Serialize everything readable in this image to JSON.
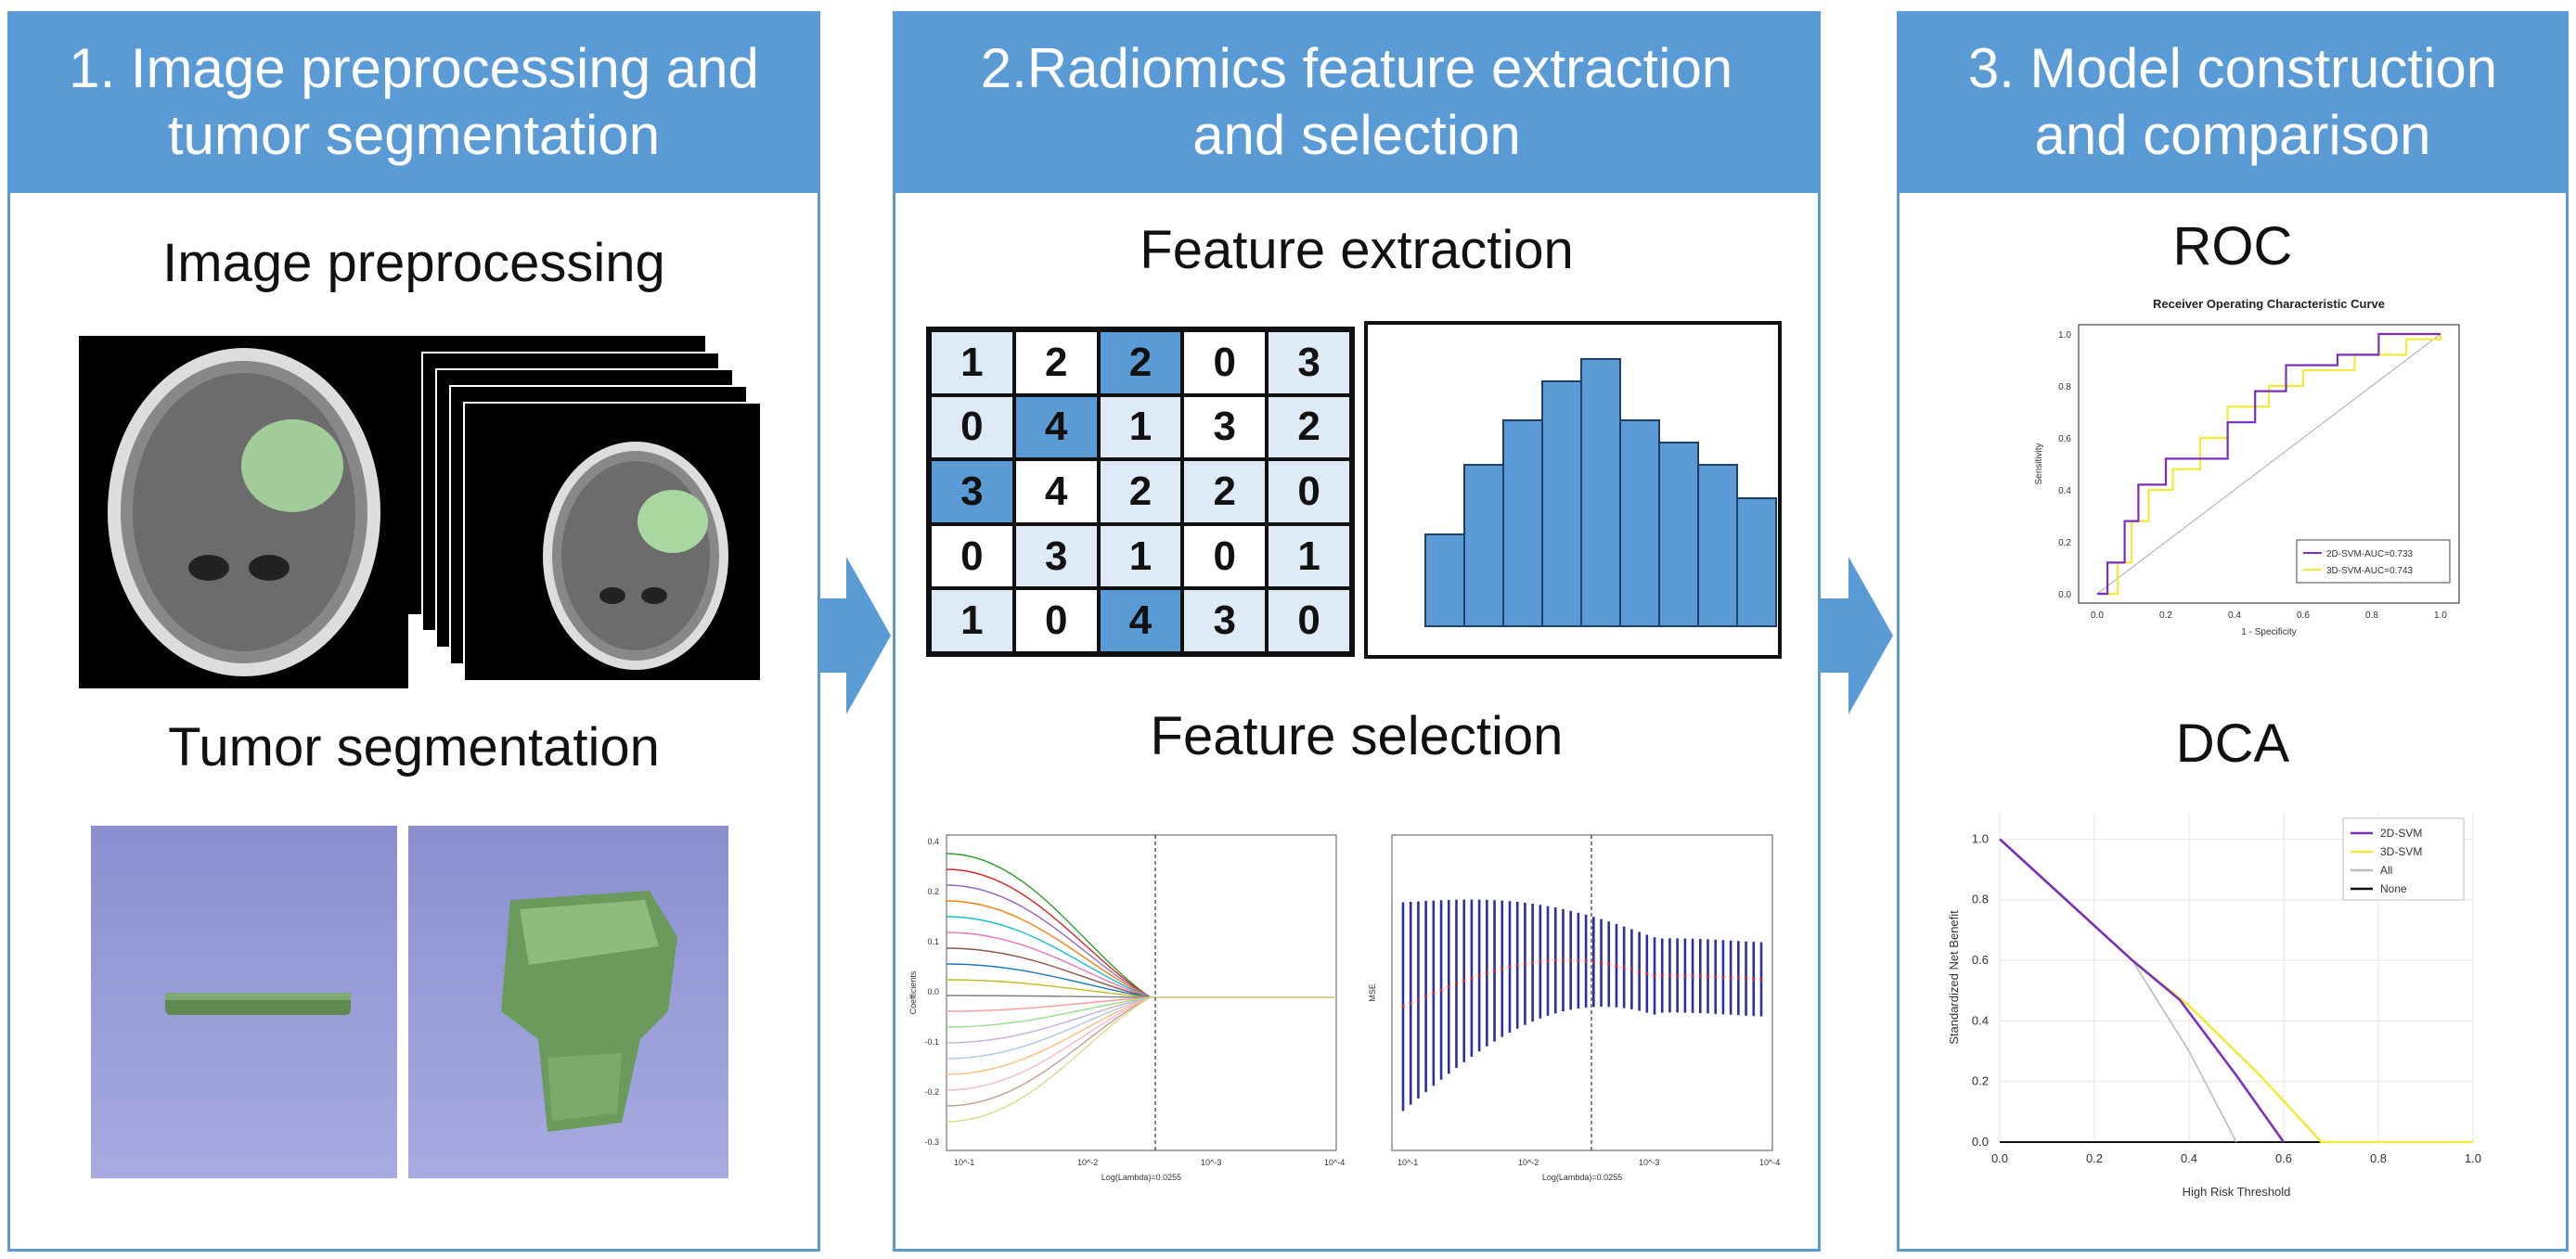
{
  "panels": [
    {
      "title_line1": "1. Image preprocessing and",
      "title_line2": "tumor segmentation",
      "sub1": "Image preprocessing",
      "sub2": "Tumor segmentation"
    },
    {
      "title_line1": "2.Radiomics feature extraction",
      "title_line2": "and selection",
      "sub1": "Feature extraction",
      "sub2": "Feature selection"
    },
    {
      "title_line1": "3. Model construction",
      "title_line2": "and comparison",
      "sub1": "ROC",
      "sub2": "DCA"
    }
  ],
  "matrix": {
    "values": [
      [
        "1",
        "2",
        "2",
        "0",
        "3"
      ],
      [
        "0",
        "4",
        "1",
        "3",
        "2"
      ],
      [
        "3",
        "4",
        "2",
        "2",
        "0"
      ],
      [
        "0",
        "3",
        "1",
        "0",
        "1"
      ],
      [
        "1",
        "0",
        "4",
        "3",
        "0"
      ]
    ],
    "shades": [
      [
        1,
        0,
        2,
        0,
        1
      ],
      [
        1,
        2,
        1,
        0,
        1
      ],
      [
        2,
        0,
        1,
        1,
        1
      ],
      [
        0,
        1,
        1,
        0,
        1
      ],
      [
        1,
        0,
        2,
        1,
        1
      ]
    ]
  },
  "histogram": {
    "values": [
      0.33,
      0.58,
      0.74,
      0.88,
      0.96,
      0.74,
      0.66,
      0.58,
      0.46
    ]
  },
  "lasso": {
    "left_ylabel": "Coefficients",
    "left_xlabel": "Log(Lambda)=0.0255",
    "right_ylabel": "MSE",
    "right_xlabel": "Log(Lambda)=0.0255",
    "yticks": [
      "0.4",
      "0.2",
      "0.1",
      "0.0",
      "-0.1",
      "-0.2",
      "-0.3"
    ],
    "xticks": [
      "10^-1",
      "10^-2",
      "10^-3",
      "10^-4"
    ]
  },
  "roc": {
    "title": "Receiver Operating Characteristic Curve",
    "xlabel": "1 - Specificity",
    "ylabel": "Sensitivity",
    "ticks": [
      "0.0",
      "0.2",
      "0.4",
      "0.6",
      "0.8",
      "1.0"
    ],
    "legend": [
      "2D-SVM-AUC=0.733",
      "3D-SVM-AUC=0.743"
    ],
    "colors": {
      "2d": "#7b2fbe",
      "3d": "#f2ea3a"
    },
    "series_2d": [
      [
        0,
        0
      ],
      [
        0.03,
        0.12
      ],
      [
        0.08,
        0.28
      ],
      [
        0.12,
        0.42
      ],
      [
        0.2,
        0.52
      ],
      [
        0.35,
        0.52
      ],
      [
        0.38,
        0.66
      ],
      [
        0.46,
        0.78
      ],
      [
        0.55,
        0.88
      ],
      [
        0.7,
        0.92
      ],
      [
        0.82,
        1.0
      ],
      [
        1,
        1
      ]
    ],
    "series_3d": [
      [
        0,
        0
      ],
      [
        0.06,
        0.12
      ],
      [
        0.1,
        0.28
      ],
      [
        0.15,
        0.4
      ],
      [
        0.22,
        0.48
      ],
      [
        0.3,
        0.6
      ],
      [
        0.38,
        0.72
      ],
      [
        0.5,
        0.8
      ],
      [
        0.6,
        0.86
      ],
      [
        0.75,
        0.92
      ],
      [
        0.9,
        0.98
      ],
      [
        1,
        1
      ]
    ]
  },
  "dca": {
    "xlabel": "High Risk Threshold",
    "ylabel": "Standardized Net Benefit",
    "xticks": [
      "0.0",
      "0.2",
      "0.4",
      "0.6",
      "0.8",
      "1.0"
    ],
    "yticks": [
      "0.0",
      "0.2",
      "0.4",
      "0.6",
      "0.8",
      "1.0"
    ],
    "legend": [
      "2D-SVM",
      "3D-SVM",
      "All",
      "None"
    ],
    "colors": {
      "2D-SVM": "#7b2fbe",
      "3D-SVM": "#f2ea3a",
      "All": "#bbbbbb",
      "None": "#111111"
    },
    "all": [
      [
        0,
        1
      ],
      [
        0.28,
        0.6
      ],
      [
        0.4,
        0.3
      ],
      [
        0.45,
        0.15
      ],
      [
        0.5,
        0
      ]
    ],
    "svm2d": [
      [
        0,
        1
      ],
      [
        0.28,
        0.6
      ],
      [
        0.38,
        0.47
      ],
      [
        0.5,
        0.22
      ],
      [
        0.6,
        0
      ]
    ],
    "svm3d": [
      [
        0,
        1
      ],
      [
        0.28,
        0.6
      ],
      [
        0.4,
        0.45
      ],
      [
        0.55,
        0.22
      ],
      [
        0.68,
        0
      ],
      [
        1,
        0
      ]
    ],
    "none": [
      [
        0,
        0
      ],
      [
        1,
        0
      ]
    ]
  }
}
